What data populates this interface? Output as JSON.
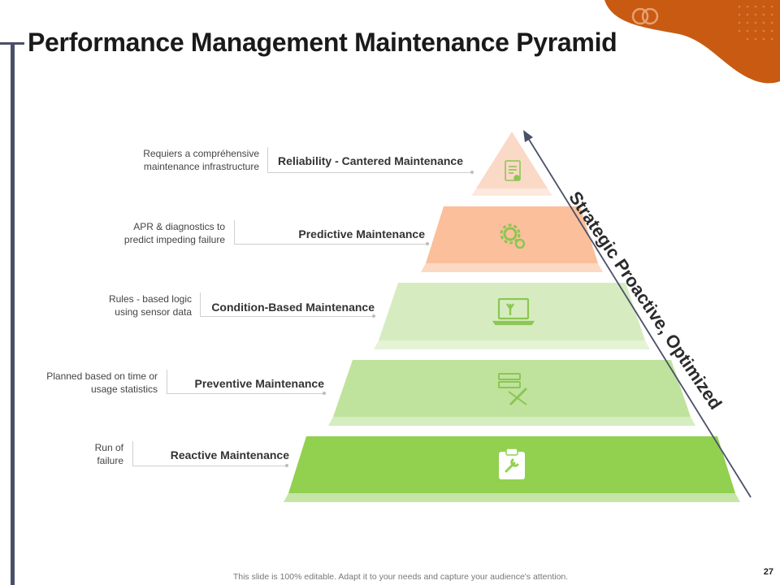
{
  "title": "Performance Management Maintenance Pyramid",
  "side_label": "Strategic Proactive, Optimized",
  "levels": [
    {
      "label": "Reliability - Cantered Maintenance",
      "desc1": "Requiers a compréhensive",
      "desc2": "maintenance infrastructure",
      "icon": "certificate-icon"
    },
    {
      "label": "Predictive Maintenance",
      "desc1": "APR & diagnostics to",
      "desc2": "predict impeding failure",
      "icon": "gears-icon"
    },
    {
      "label": "Condition-Based Maintenance",
      "desc1": "Rules - based logic",
      "desc2": "using sensor data",
      "icon": "laptop-wrench-icon"
    },
    {
      "label": "Preventive Maintenance",
      "desc1": "Planned based on time or",
      "desc2": "usage statistics",
      "icon": "server-tools-icon"
    },
    {
      "label": "Reactive Maintenance",
      "desc1": "Run of",
      "desc2": "failure",
      "icon": "clipboard-wrench-icon"
    }
  ],
  "colors": {
    "tier1": "#fbd9c7",
    "tier2": "#fbbf9b",
    "tier3": "#d6ecc0",
    "tier4": "#bfe39c",
    "tier5": "#92d050",
    "accent_orange": "#c85a12",
    "icon_green": "#8cc653",
    "rule_navy": "#4a5068"
  },
  "footer": "This slide is 100% editable. Adapt it to your needs and capture your audience's attention.",
  "page_number": "27"
}
